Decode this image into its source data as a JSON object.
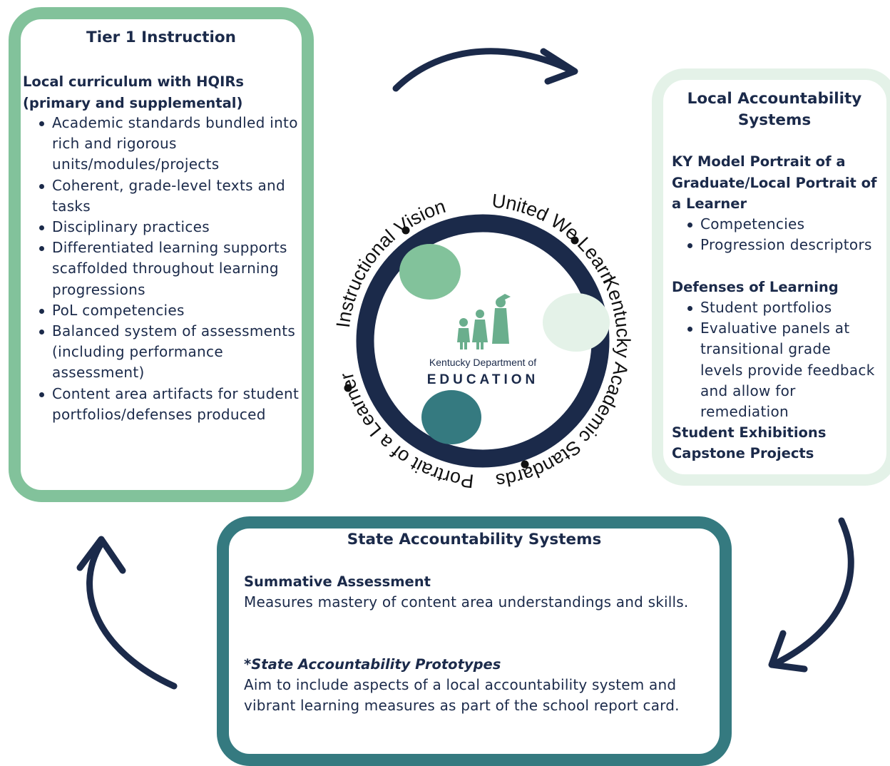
{
  "tier1": {
    "title": "Tier 1 Instruction",
    "subheading": "Local curriculum with HQIRs (primary and supplemental)",
    "bullets": [
      "Academic standards bundled into rich and rigorous units/modules/projects",
      "Coherent, grade-level texts and tasks",
      "Disciplinary practices",
      "Differentiated learning supports scaffolded throughout learning progressions",
      "PoL competencies",
      "Balanced system of assessments (including performance assessment)",
      "Content area artifacts for student portfolios/defenses produced"
    ]
  },
  "local": {
    "title": "Local Accountability Systems",
    "section1": "KY Model Portrait of a Graduate/Local Portrait of a Learner",
    "section1_bullets": [
      "Competencies",
      "Progression descriptors"
    ],
    "section2": "Defenses of Learning",
    "section2_bullets": [
      "Student portfolios",
      "Evaluative panels at transitional grade levels provide feedback and allow for remediation"
    ],
    "section3": "Student Exhibitions",
    "section4": "Capstone Projects"
  },
  "state": {
    "title": "State Accountability Systems",
    "heading1": "Summative Assessment",
    "text1": "Measures mastery of content area understandings and skills.",
    "heading2": "*State Accountability Prototypes",
    "text2": "Aim to include aspects of a local accountability system and vibrant learning measures  as part of the school report card."
  },
  "center": {
    "logo_line1": "Kentucky Department of",
    "logo_line2": "EDUCATION",
    "ring_phrases": [
      "United We Learn",
      "Kentucky Academic Standards",
      "Portrait of a Learner",
      "Instructional Vision"
    ],
    "colors": {
      "ring": "#1b2a4a",
      "light_green": "#82c29b",
      "pale_green": "#e4f2e8",
      "teal": "#357a80",
      "figures": "#6aae8d"
    }
  }
}
